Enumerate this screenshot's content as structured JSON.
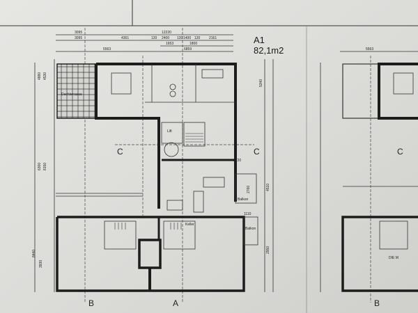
{
  "unit": {
    "name": "A1",
    "area": "82,1m2"
  },
  "dimensions_top": [
    "3095",
    "12220",
    "3095",
    "4361",
    "120",
    "2400",
    "120",
    "1400",
    "120",
    "2161",
    "1653",
    "1800",
    "5563",
    "6859"
  ],
  "dimensions_left": [
    "4880",
    "4530",
    "6300",
    "8150",
    "8440",
    "3930"
  ],
  "dimensions_right": [
    "5340",
    "4510",
    "2950",
    "1720",
    "1110",
    "2760"
  ],
  "rooms": {
    "terrace": "Dachterrasse",
    "lift": "Lift",
    "balcony": "Balkon",
    "storage": "Keller"
  },
  "section_markers": {
    "c_left": "C",
    "c_right": "C",
    "b": "B",
    "a": "A",
    "b_copy": "B"
  },
  "right_copy": {
    "dim": "5563",
    "label": "DIE M"
  }
}
